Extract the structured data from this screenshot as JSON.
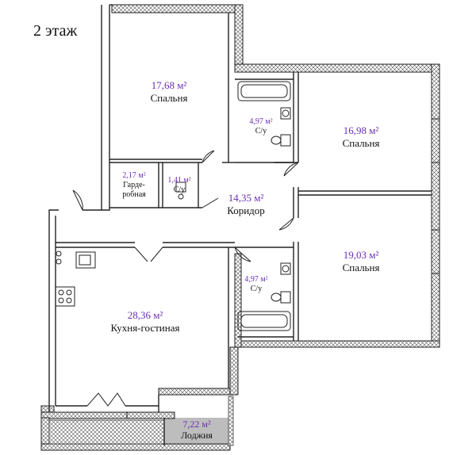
{
  "floor_label": "2 этаж",
  "rooms": [
    {
      "id": "bedroom1",
      "area": "17,68 м²",
      "name": "Спальня"
    },
    {
      "id": "bath1",
      "area": "4,97 м²",
      "name": "С/у"
    },
    {
      "id": "bedroom2",
      "area": "16,98 м²",
      "name": "Спальня"
    },
    {
      "id": "wardrobe",
      "area": "2,17 м²",
      "name": "Гарде-\nробная"
    },
    {
      "id": "wc",
      "area": "1,41 м²",
      "name": "С/у"
    },
    {
      "id": "corridor",
      "area": "14,35 м²",
      "name": "Коридор"
    },
    {
      "id": "bedroom3",
      "area": "19,03 м²",
      "name": "Спальня"
    },
    {
      "id": "bath2",
      "area": "4,97 м²",
      "name": "С/у"
    },
    {
      "id": "kitchen",
      "area": "28,36 м²",
      "name": "Кухня-гостиная"
    },
    {
      "id": "loggia",
      "area": "7,22 м²",
      "name": "Лоджия"
    }
  ]
}
